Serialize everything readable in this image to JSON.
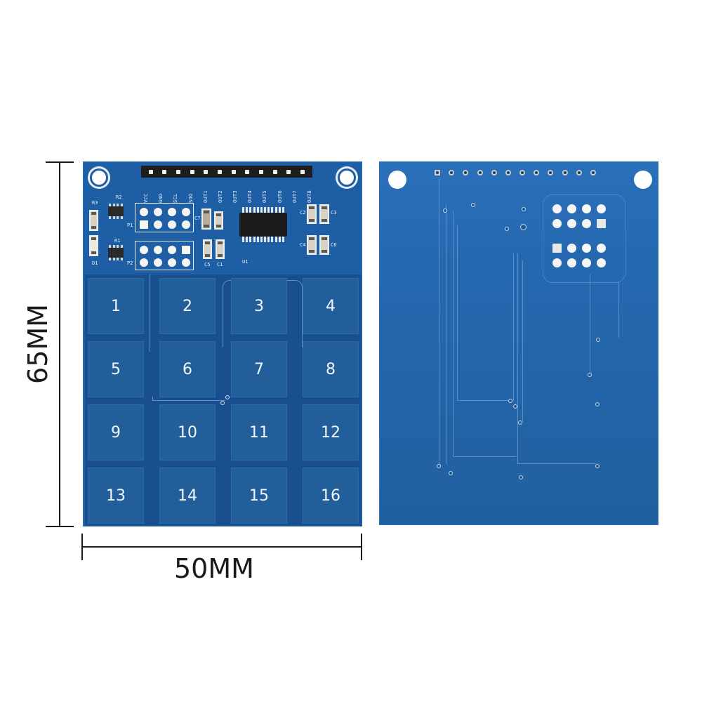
{
  "dimensions": {
    "height_label": "65MM",
    "width_label": "50MM"
  },
  "front": {
    "pin_labels": [
      "VCC",
      "GND",
      "SCL",
      "SDO",
      "OUT1",
      "OUT2",
      "OUT3",
      "OUT4",
      "OUT5",
      "OUT6",
      "OUT7",
      "OUT8"
    ],
    "silkscreen": {
      "r1": "R1",
      "r2": "R2",
      "r3": "R3",
      "d1": "D1",
      "p1": "P1",
      "p2": "P2",
      "c1": "C1",
      "c2": "C2",
      "c3": "C3",
      "c4": "C4",
      "c5": "C5",
      "c6": "C6",
      "c7": "C7",
      "u1": "U1"
    },
    "keys": [
      "1",
      "2",
      "3",
      "4",
      "5",
      "6",
      "7",
      "8",
      "9",
      "10",
      "11",
      "12",
      "13",
      "14",
      "15",
      "16"
    ]
  },
  "back": {
    "header_pin_count": 12
  },
  "colors": {
    "pcb_blue": "#1e5ea5",
    "key_blue": "#225f9a",
    "silkscreen": "#e8eef6",
    "dimension_line": "#1a1a1a",
    "background": "#ffffff"
  }
}
